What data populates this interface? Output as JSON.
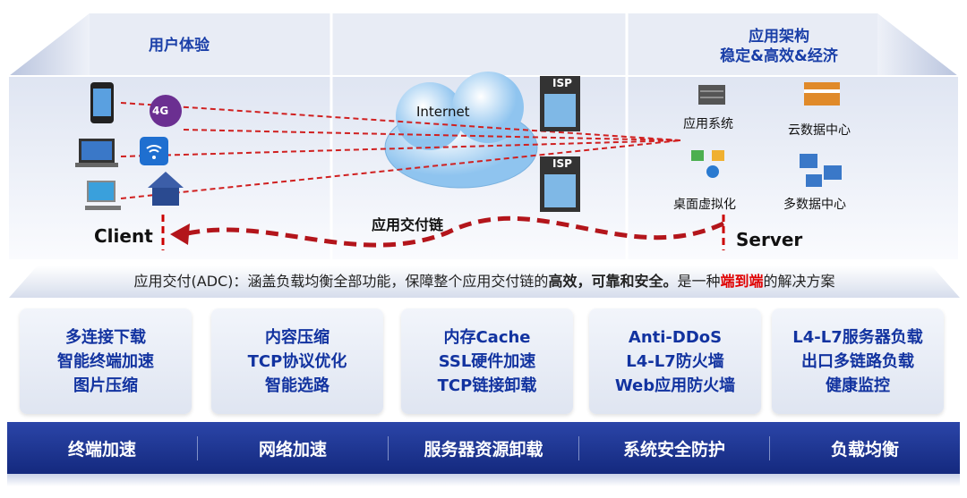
{
  "header": {
    "user_experience": "用户体验",
    "app_arch_line1": "应用架构",
    "app_arch_line2": "稳定&高效&经济"
  },
  "network": {
    "internet": "Internet",
    "isp1": "ISP",
    "isp2": "ISP",
    "delivery_chain": "应用交付链",
    "client": "Client",
    "server": "Server",
    "badge_4g": "4G"
  },
  "server_side": {
    "app_system": "应用系统",
    "cloud_dc": "云数据中心",
    "desktop_virt": "桌面虚拟化",
    "multi_dc": "多数据中心"
  },
  "adc": {
    "prefix": "应用交付(ADC)：涵盖负载均衡全部功能，保障整个应用交付链的",
    "bold": "高效，可靠和安全。",
    "mid": "是一种",
    "red": "端到端",
    "suffix": "的解决方案"
  },
  "cards": [
    {
      "lines": [
        "多连接下载",
        "智能终端加速",
        "图片压缩"
      ]
    },
    {
      "lines": [
        "内容压缩",
        "TCP协议优化",
        "智能选路"
      ]
    },
    {
      "lines": [
        "内存Cache",
        "SSL硬件加速",
        "TCP链接卸载"
      ]
    },
    {
      "lines": [
        "Anti-DDoS",
        "L4-L7防火墙",
        "Web应用防火墙"
      ]
    },
    {
      "lines": [
        "L4-L7服务器负载",
        "出口多链路负载",
        "健康监控"
      ]
    }
  ],
  "categories": [
    "终端加速",
    "网络加速",
    "服务器资源卸载",
    "系统安全防护",
    "负载均衡"
  ],
  "colors": {
    "accent": "#1a3fa8",
    "bar": "#1f3895",
    "red": "#c00000"
  }
}
